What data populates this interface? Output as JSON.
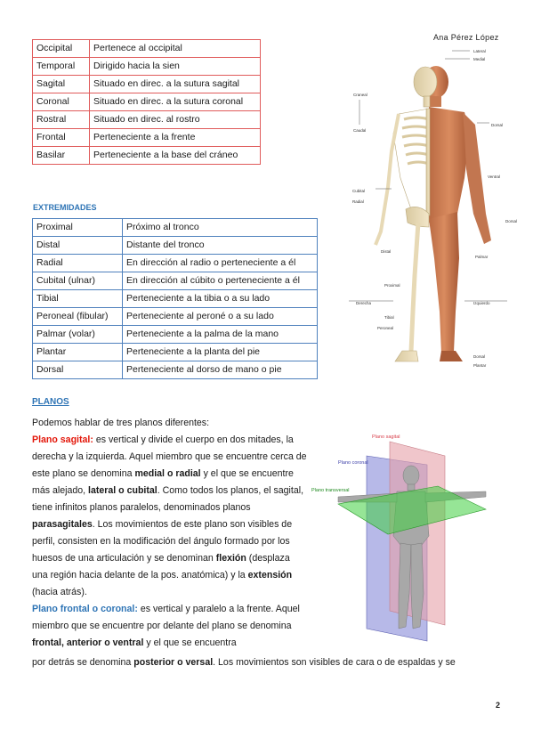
{
  "header": {
    "author": "Ana Pérez López"
  },
  "skull_terms": [
    {
      "term": "Occipital",
      "desc": "Pertenece al occipital"
    },
    {
      "term": "Temporal",
      "desc": "Dirigido hacia la sien"
    },
    {
      "term": "Sagital",
      "desc": "Situado en direc. a la sutura sagital"
    },
    {
      "term": "Coronal",
      "desc": "Situado en direc. a la sutura coronal"
    },
    {
      "term": "Rostral",
      "desc": "Situado en direc. al rostro"
    },
    {
      "term": "Frontal",
      "desc": "Perteneciente a la frente"
    },
    {
      "term": "Basilar",
      "desc": "Perteneciente a la base del cráneo"
    }
  ],
  "extremidades": {
    "title": "EXTREMIDADES",
    "rows": [
      {
        "term": "Proximal",
        "desc": "Próximo al tronco"
      },
      {
        "term": "Distal",
        "desc": "Distante del tronco"
      },
      {
        "term": "Radial",
        "desc": "En dirección al radio o perteneciente a él"
      },
      {
        "term": "Cubital (ulnar)",
        "desc": "En dirección al cúbito o perteneciente a él"
      },
      {
        "term": "Tibial",
        "desc": "Perteneciente a la tibia o a su lado"
      },
      {
        "term": "Peroneal (fibular)",
        "desc": "Perteneciente al peroné o a su lado"
      },
      {
        "term": "Palmar (volar)",
        "desc": "Perteneciente a la palma de la mano"
      },
      {
        "term": "Plantar",
        "desc": "Perteneciente a la planta del pie"
      },
      {
        "term": "Dorsal",
        "desc": "Perteneciente al dorso de mano o pie"
      }
    ]
  },
  "figure_body": {
    "labels": {
      "lateral": "Lateral",
      "medial": "Medial",
      "craneal": "Craneal",
      "caudal": "Caudal",
      "dorsal_back": "Dorsal",
      "ventral": "Ventral",
      "cubital": "Cubital",
      "radial": "Radial",
      "dorsal_hand": "Dorsal",
      "palmar": "Palmar",
      "distal": "Distal",
      "proximal": "Proximal",
      "derecha": "Derecha",
      "izquierda": "Izquierdo",
      "tibial": "Tibial",
      "peroneal": "Peroneal",
      "dorsal_foot": "Dorsal",
      "plantar": "Plantar"
    }
  },
  "figure_planes": {
    "sagital": "Plano sagital",
    "coronal": "Plano coronal",
    "transversal": "Plano transversal"
  },
  "planos": {
    "title": "PLANOS",
    "intro": "Podemos hablar de tres planos diferentes:",
    "sagital_label": "Plano sagital:",
    "sagital_text_1": " es vertical y divide el cuerpo en dos mitades, la derecha y la izquierda. Aquel miembro que se encuentre cerca de este plano  se denomina ",
    "medial_radial": "medial o radial",
    "sagital_text_2": " y el que se encuentre más alejado, ",
    "lateral_cubital": "lateral o cubital",
    "sagital_text_3": ". Como todos los planos, el sagital, tiene infinitos planos paralelos, denominados planos ",
    "parasagitales": "parasagitales",
    "sagital_text_4": ". Los movimientos de este plano son visibles de perfil, consisten en la modificación del ángulo formado por los huesos de una articulación y se denominan ",
    "flexion": "flexión",
    "sagital_text_5": " (desplaza una región hacia delante de la pos. anatómica) y la ",
    "extension": "extensión",
    "sagital_text_6": " (hacia atrás).",
    "frontal_label": "Plano frontal o coronal:",
    "frontal_text_1": " es vertical y paralelo a la frente. Aquel miembro que se encuentre por delante del plano se denomina ",
    "frontal_anterior": "frontal, anterior o ventral",
    "frontal_text_2": " y el que se encuentra",
    "wide_text_1": "por detrás se denomina ",
    "posterior": "posterior o versal",
    "wide_text_2": ". Los movimientos son visibles de cara o de espaldas  y se"
  },
  "footer": {
    "page_number": "2"
  }
}
